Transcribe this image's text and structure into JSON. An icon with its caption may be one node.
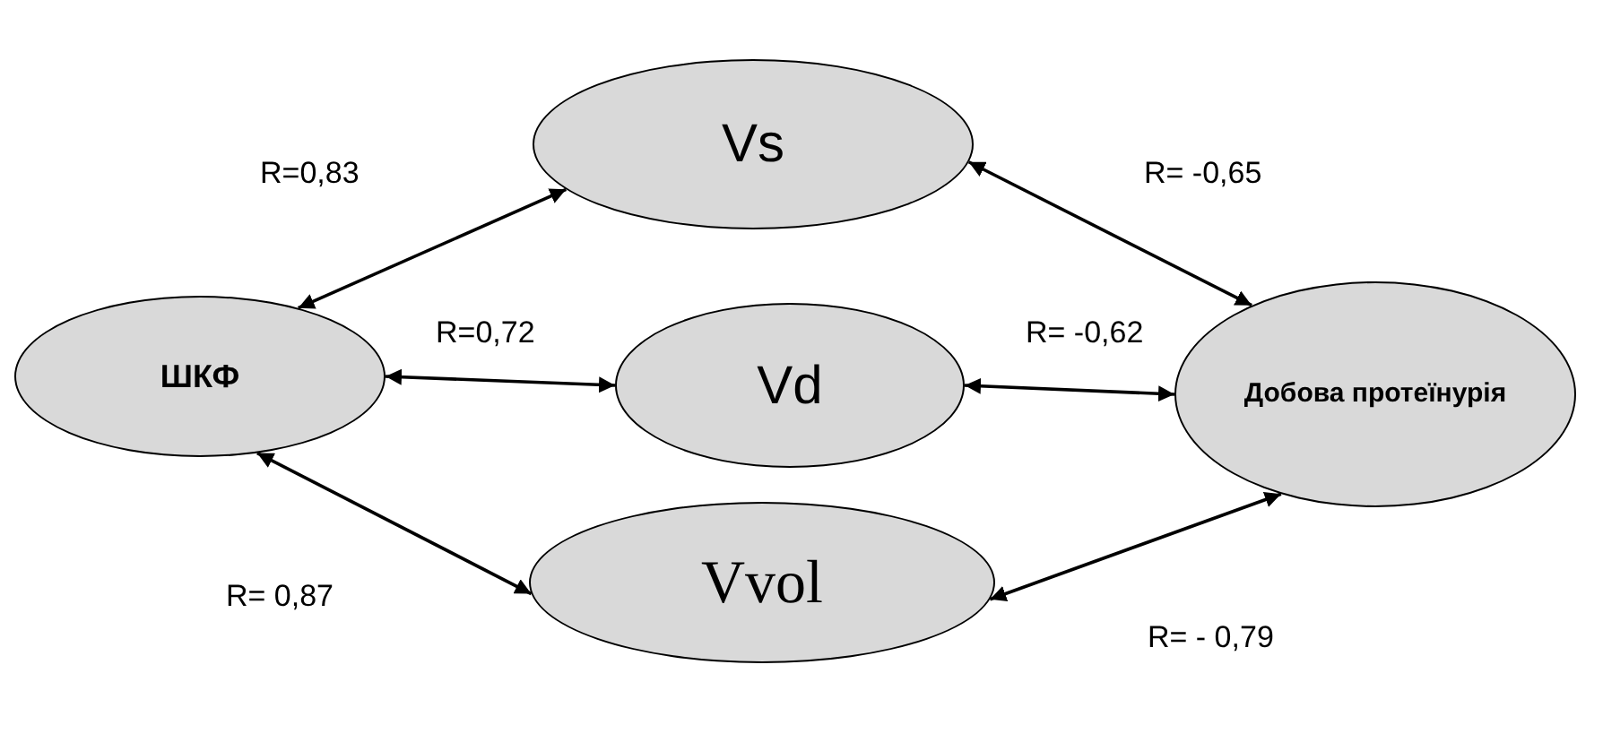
{
  "diagram": {
    "nodes": [
      {
        "text": [
          "Vs"
        ]
      },
      {
        "text": [
          "ШКФ"
        ]
      },
      {
        "text": [
          "Vd"
        ]
      },
      {
        "text": [
          "Добова протеїнурія"
        ]
      },
      {
        "text": [
          "Vvol"
        ]
      }
    ],
    "edges": [
      {
        "from": 1,
        "to": 0,
        "arrow": "both",
        "label": "R=0,83"
      },
      {
        "from": 0,
        "to": 3,
        "arrow": "both",
        "label": "R= -0,65"
      },
      {
        "from": 1,
        "to": 2,
        "arrow": "both",
        "label": "R=0,72"
      },
      {
        "from": 2,
        "to": 3,
        "arrow": "both",
        "label": "R= -0,62"
      },
      {
        "from": 1,
        "to": 4,
        "arrow": "both",
        "label": "R= 0,87"
      },
      {
        "from": 4,
        "to": 3,
        "arrow": "both",
        "label": "R= - 0,79"
      }
    ]
  }
}
